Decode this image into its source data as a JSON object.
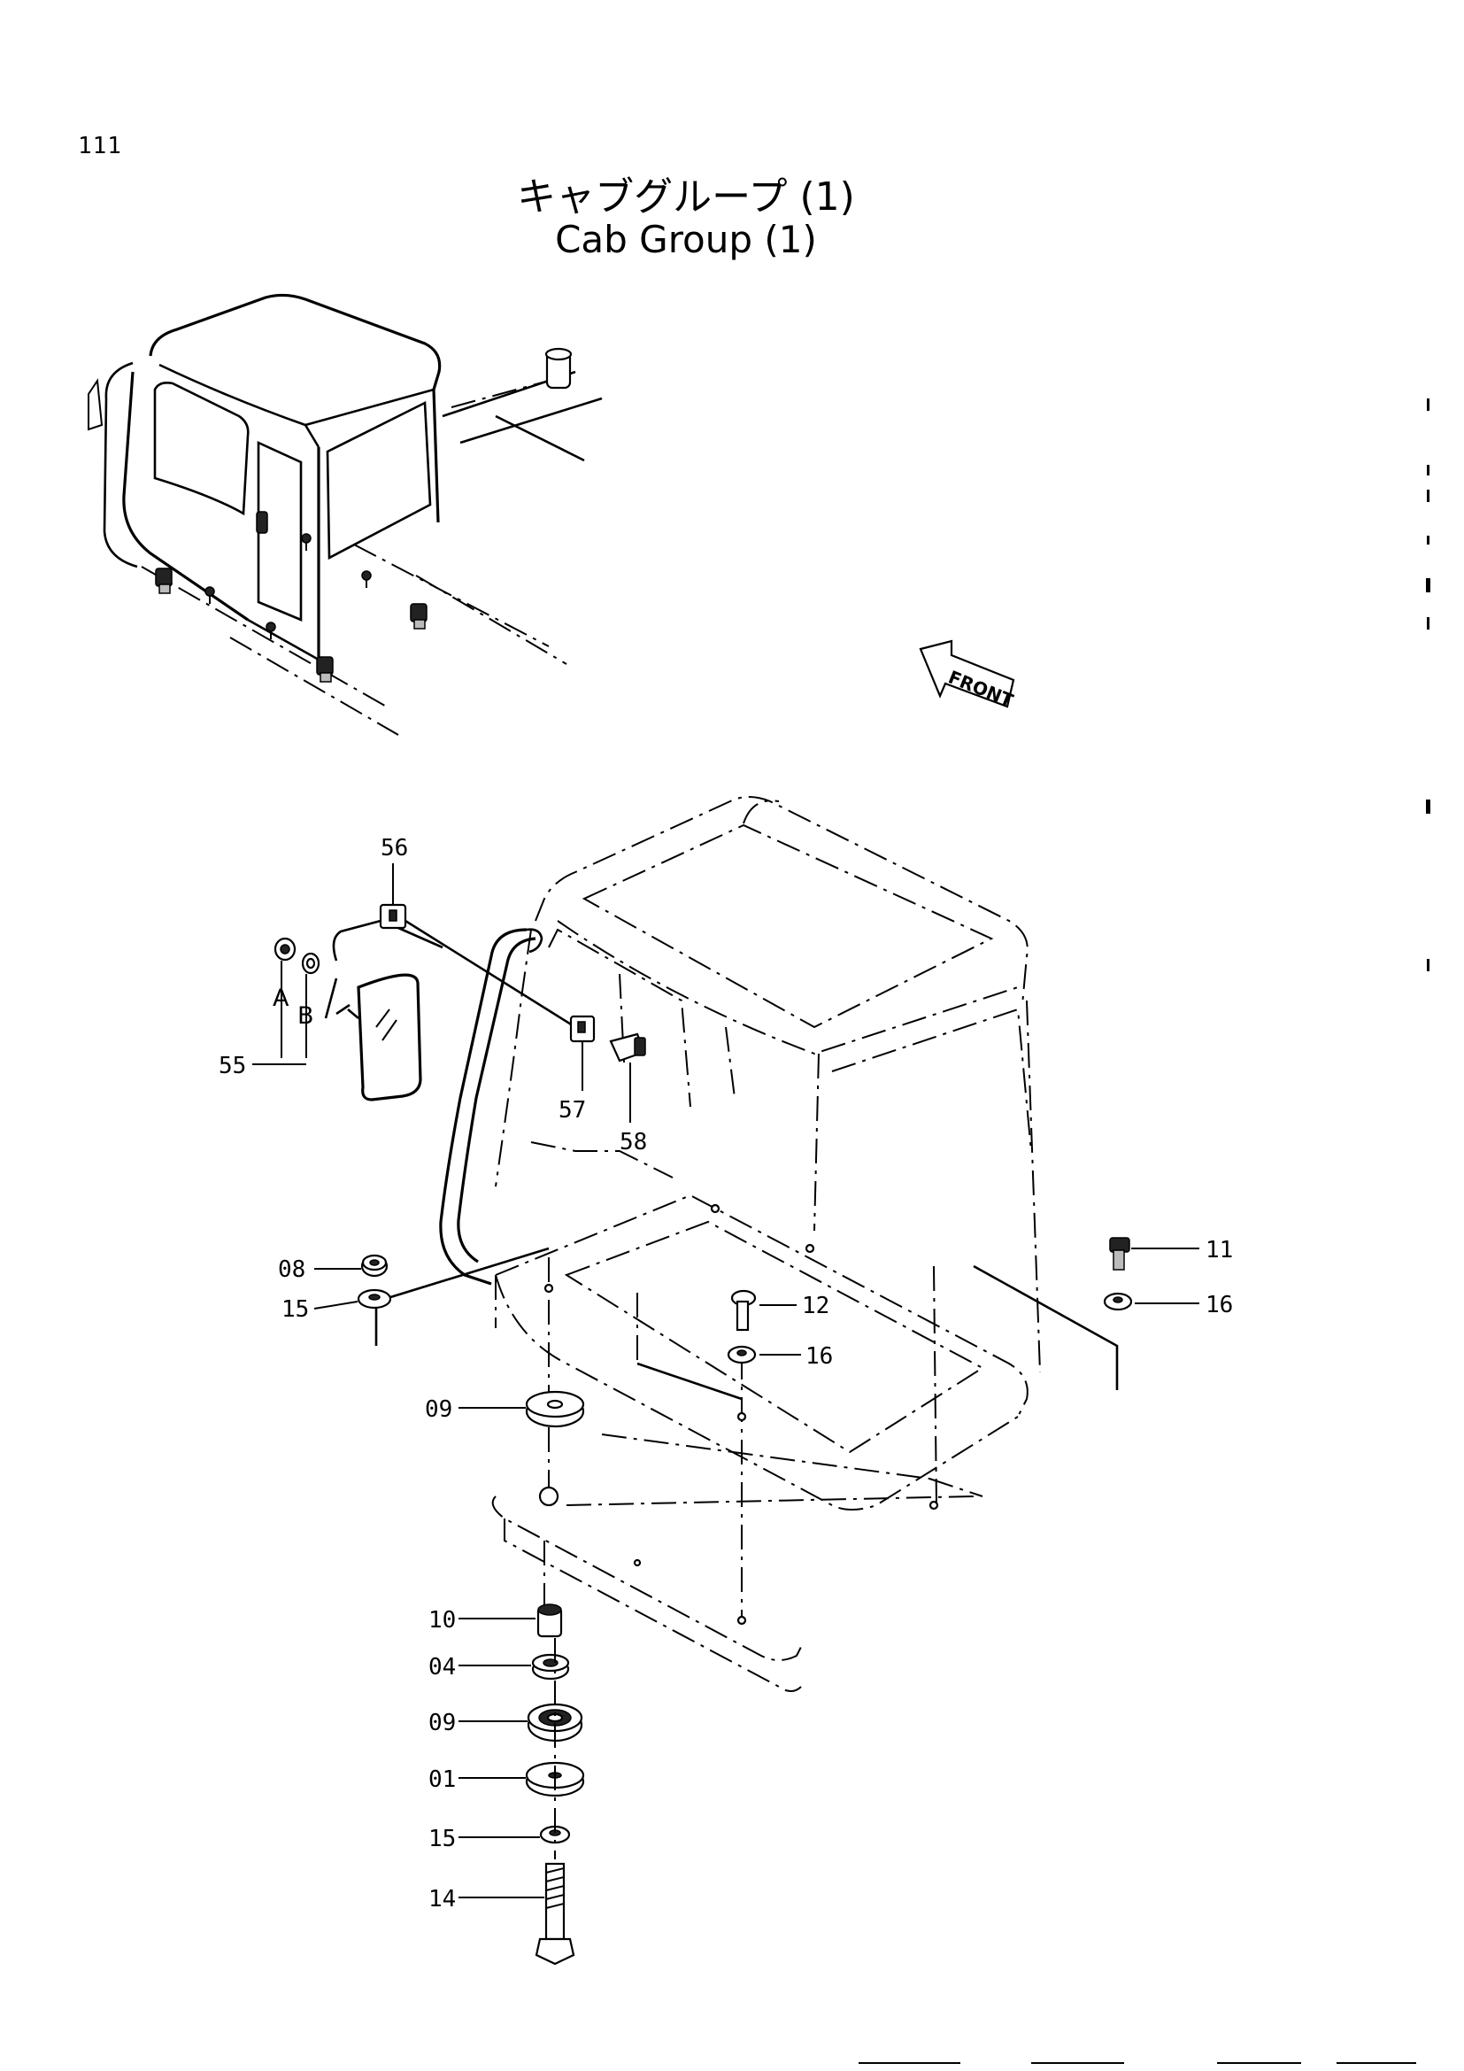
{
  "page_number": "111",
  "title_jp": "キャブグループ (1)",
  "title_en": "Cab Group (1)",
  "front_label": "FRONT",
  "callouts": {
    "c56": "56",
    "c55": "55",
    "cA": "A",
    "cB": "B",
    "c57": "57",
    "c58": "58",
    "c08": "08",
    "c15a": "15",
    "c11": "11",
    "c12": "12",
    "c16a": "16",
    "c16b": "16",
    "c09a": "09",
    "c10": "10",
    "c04": "04",
    "c09b": "09",
    "c01": "01",
    "c15b": "15",
    "c14": "14"
  }
}
